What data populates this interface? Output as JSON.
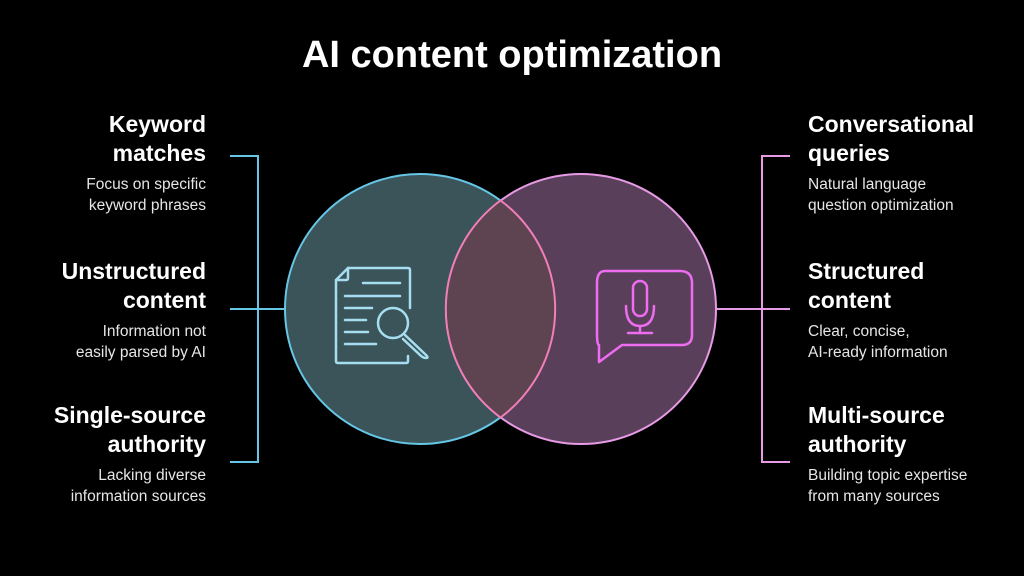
{
  "title": "AI content optimization",
  "left_items": [
    {
      "heading": "Keyword matches",
      "heading_lines": [
        "Keyword",
        "matches"
      ],
      "description_lines": [
        "Focus on specific",
        "keyword phrases"
      ]
    },
    {
      "heading": "Unstructured content",
      "heading_lines": [
        "Unstructured",
        "content"
      ],
      "description_lines": [
        "Information not",
        "easily parsed by AI"
      ]
    },
    {
      "heading": "Single-source authority",
      "heading_lines": [
        "Single-source",
        "authority"
      ],
      "description_lines": [
        "Lacking diverse",
        "information sources"
      ]
    }
  ],
  "right_items": [
    {
      "heading": "Conversational queries",
      "heading_lines": [
        "Conversational",
        "queries"
      ],
      "description_lines": [
        "Natural language",
        "question optimization"
      ]
    },
    {
      "heading": "Structured content",
      "heading_lines": [
        "Structured",
        "content"
      ],
      "description_lines": [
        "Clear, concise,",
        "AI-ready information"
      ]
    },
    {
      "heading": "Multi-source authority",
      "heading_lines": [
        "Multi-source",
        "authority"
      ],
      "description_lines": [
        "Building topic expertise",
        "from many sources"
      ]
    }
  ],
  "icons": {
    "left_circle": "document-search-icon",
    "right_circle": "microphone-speech-bubble-icon"
  },
  "colors": {
    "left_accent": "#66c6e6",
    "right_accent": "#e79ae6",
    "icon_right": "#ee6cf0",
    "overlap_stroke": "#f07fb8"
  }
}
